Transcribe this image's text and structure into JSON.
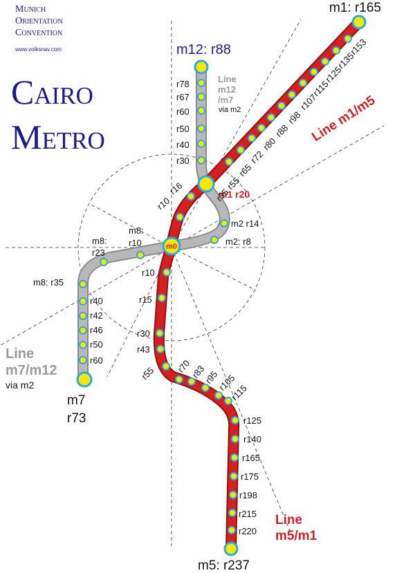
{
  "header": {
    "org_line1": "Munich",
    "org_line2": "Orientation",
    "org_line3": "Convention",
    "url": "www.volksnav.com",
    "title_line1": "Cairo",
    "title_line2": "Metro"
  },
  "terminals": {
    "m1": "m1: r165",
    "m12": "m12: r88",
    "m7_line1": "m7",
    "m7_line2": "r73",
    "m5": "m5: r237"
  },
  "hubs": {
    "m0": "m0",
    "m1r20": "m1 r20"
  },
  "line_labels": {
    "m1m5": "Line m1/m5",
    "m5m1_line1": "Line",
    "m5m1_line2": "m5/m1",
    "m12m7_line1": "Line",
    "m12m7_line2": "m12",
    "m12m7_line3": "/m7",
    "m12m7_via": "via m2",
    "m7m12_line1": "Line",
    "m7m12_line2": "m7/m12",
    "m7m12_via": "via m2"
  },
  "station_labels": {
    "ne": [
      "r153",
      "r135",
      "r125",
      "r115",
      "r107",
      "r98",
      "r88",
      "r80",
      "r72",
      "r65",
      "r55",
      "r35"
    ],
    "m12": [
      "r78",
      "r67",
      "r60",
      "r50",
      "r40",
      "r30"
    ],
    "nw": [
      "r16",
      "r10"
    ],
    "m2a": "m2 r14",
    "m2b": "m2: r8",
    "m8a_line1": "m8:",
    "m8a_line2": "r10",
    "m8b_line1": "m8:",
    "m8b_line2": "r23",
    "m8c": "m8: r35",
    "m7": [
      "r40",
      "r42",
      "r46",
      "r50",
      "r60"
    ],
    "south_upper": [
      "r10",
      "r15",
      "r30",
      "r43",
      "r55"
    ],
    "curve": [
      "r70",
      "r83",
      "r95",
      "r105",
      "r115"
    ],
    "south_lower": [
      "r125",
      "r140",
      "r165",
      "r175",
      "r198",
      "r215",
      "r220"
    ]
  },
  "colors": {
    "red_line": "#d42020",
    "grey_line": "#a8a8a8",
    "station_fill": "#f2e60a",
    "station_ring": "#2aa9e0",
    "title_blue": "#1a1a8c",
    "guide_lines": "#333333"
  }
}
